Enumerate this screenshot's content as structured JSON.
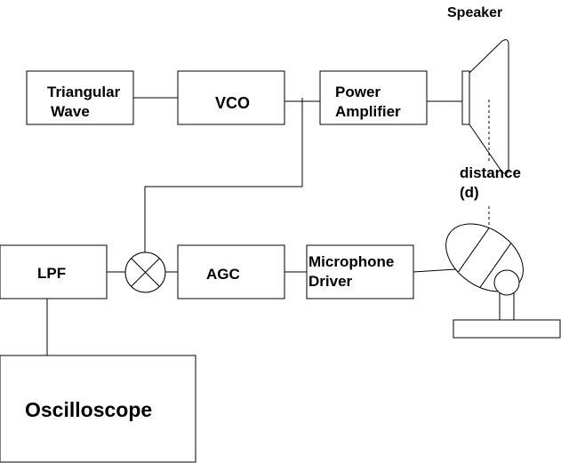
{
  "diagram": {
    "blocks": {
      "triangular_wave": {
        "line1": "Triangular",
        "line2": "Wave"
      },
      "vco": {
        "label": "VCO"
      },
      "power_amplifier": {
        "line1": "Power",
        "line2": "Amplifier"
      },
      "lpf": {
        "label": "LPF"
      },
      "agc": {
        "label": "AGC"
      },
      "microphone_driver": {
        "line1": "Microphone",
        "line2": "Driver"
      },
      "oscilloscope": {
        "label": "Oscilloscope"
      }
    },
    "speaker": {
      "label": "Speaker"
    },
    "distance": {
      "line1": "distance",
      "line2": "(d)"
    }
  }
}
